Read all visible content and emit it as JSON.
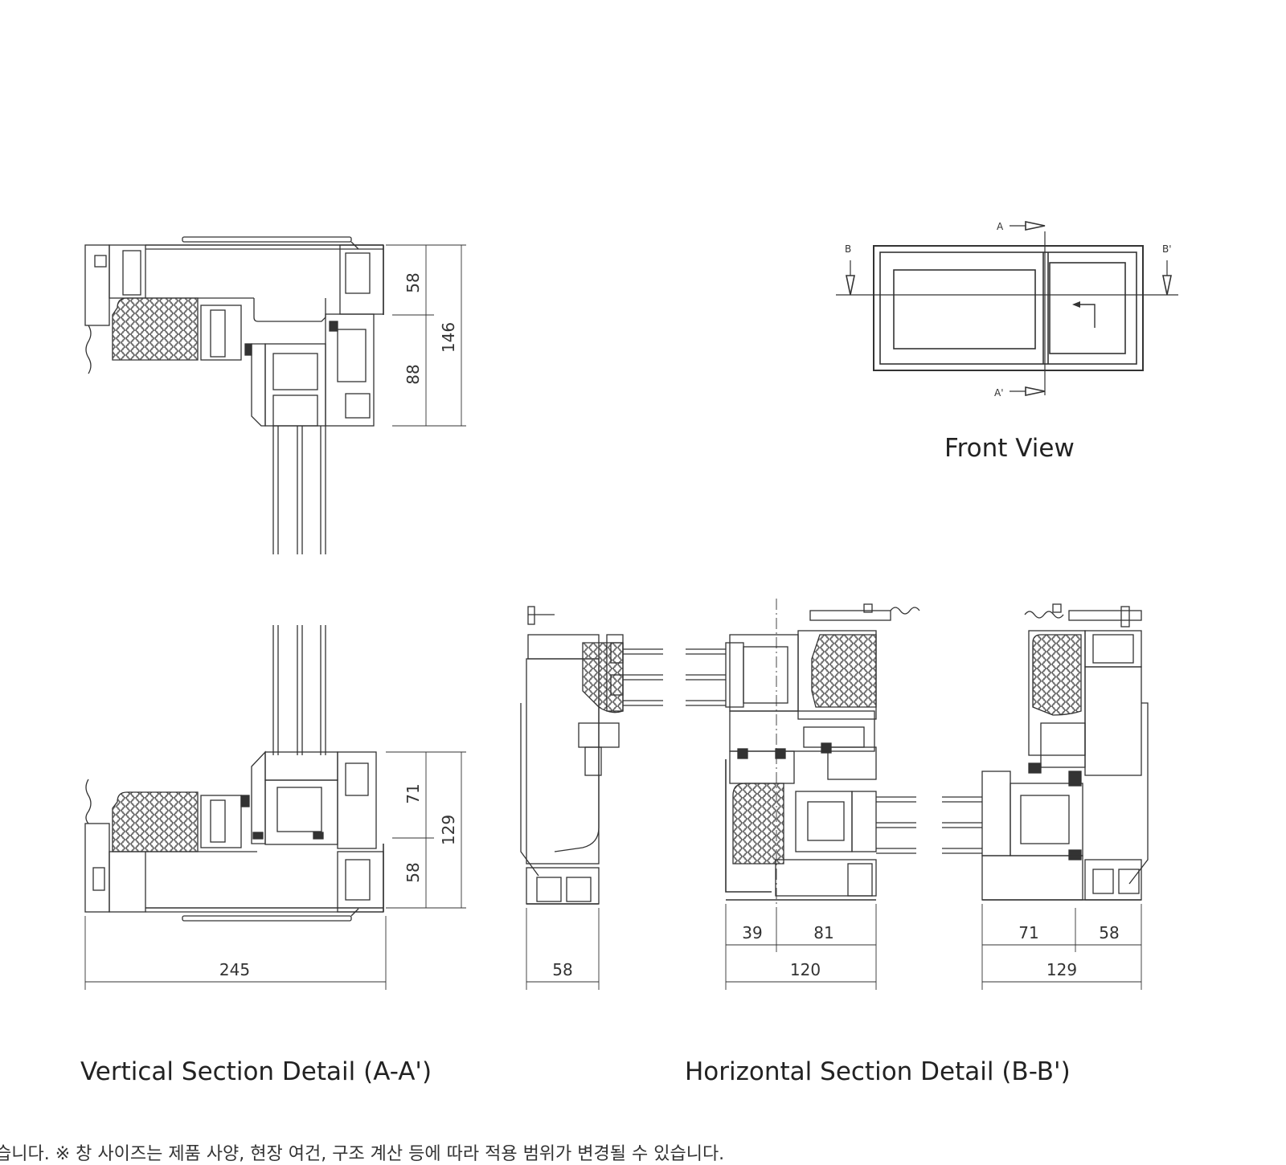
{
  "front_view": {
    "caption": "Front View",
    "label_a": "A",
    "label_a_prime": "A'",
    "label_b": "B",
    "label_b_prime": "B'"
  },
  "vertical_section": {
    "caption": "Vertical Section Detail (A-A')",
    "dim_top_upper": "58",
    "dim_top_lower": "88",
    "dim_top_total": "146",
    "dim_bottom_upper": "71",
    "dim_bottom_lower": "58",
    "dim_bottom_total": "129",
    "dim_width": "245"
  },
  "horizontal_section": {
    "caption": "Horizontal Section Detail (B-B')",
    "dim_left": "58",
    "dim_mid_a": "39",
    "dim_mid_b": "81",
    "dim_mid_total": "120",
    "dim_right_a": "71",
    "dim_right_b": "58",
    "dim_right_total": "129"
  },
  "footnote": "습니다.   ※ 창 사이즈는 제품 사양, 현장 여건, 구조 계산 등에 따라 적용 범위가 변경될 수 있습니다."
}
